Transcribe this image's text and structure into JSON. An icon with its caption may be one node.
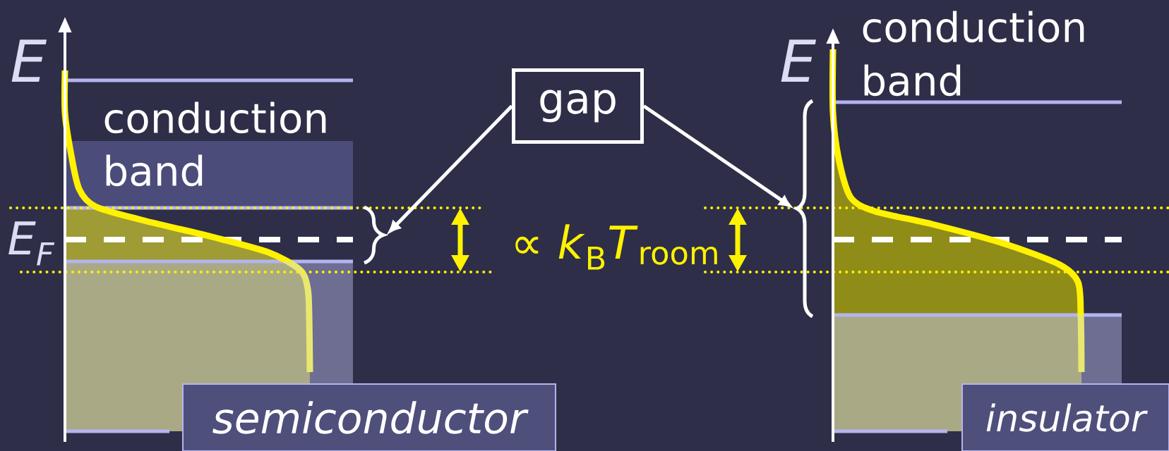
{
  "diagram": {
    "nodes": [
      {
        "text": [
          "gap"
        ]
      },
      {
        "text": [],
        "shape": "brace"
      },
      {
        "text": [],
        "shape": "brace"
      },
      {
        "text": [
          "semiconductor"
        ]
      },
      {
        "text": [
          "insulator"
        ]
      }
    ],
    "edges": [
      {
        "from": 0,
        "to": 1,
        "arrow": "to"
      },
      {
        "from": 0,
        "to": 2,
        "arrow": "to"
      }
    ],
    "labels": [
      "E",
      "conduction band",
      "E$_{F}$",
      "∝ *k*$_{B}$*T*$_{room}$",
      "E",
      "conduction band"
    ]
  }
}
